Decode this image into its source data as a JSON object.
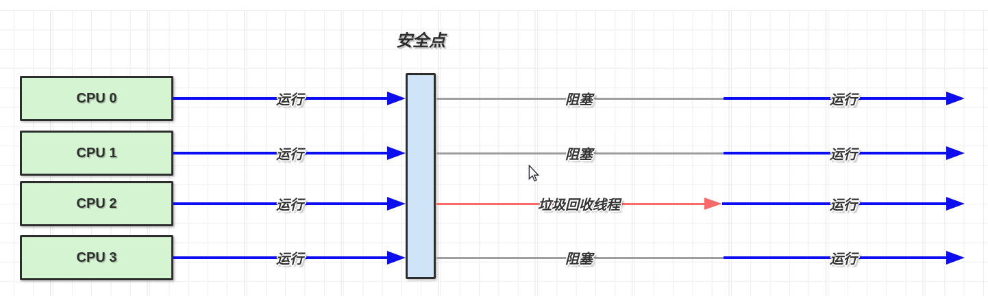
{
  "diagram": {
    "safepoint_label": "安全点",
    "cpus": [
      {
        "label": "CPU 0"
      },
      {
        "label": "CPU 1"
      },
      {
        "label": "CPU 2"
      },
      {
        "label": "CPU 3"
      }
    ],
    "rows": [
      {
        "cpu": "CPU 0",
        "left_label": "运行",
        "middle_label": "阻塞",
        "right_label": "运行",
        "middle_state": "blocked"
      },
      {
        "cpu": "CPU 1",
        "left_label": "运行",
        "middle_label": "阻塞",
        "right_label": "运行",
        "middle_state": "blocked"
      },
      {
        "cpu": "CPU 2",
        "left_label": "运行",
        "middle_label": "垃圾回收线程",
        "right_label": "运行",
        "middle_state": "gc-thread"
      },
      {
        "cpu": "CPU 3",
        "left_label": "运行",
        "middle_label": "阻塞",
        "right_label": "运行",
        "middle_state": "blocked"
      }
    ],
    "colors": {
      "run_arrow": "#0d0df2",
      "blocked_line": "#9e9e9e",
      "gc_line": "#f96b6b",
      "cpu_box_fill": "#d5f5d2",
      "cpu_box_border": "#2d2d2d",
      "safepoint_fill": "#cfe4f7",
      "safepoint_border": "#2d2d2d",
      "label_text": "#333333"
    }
  }
}
